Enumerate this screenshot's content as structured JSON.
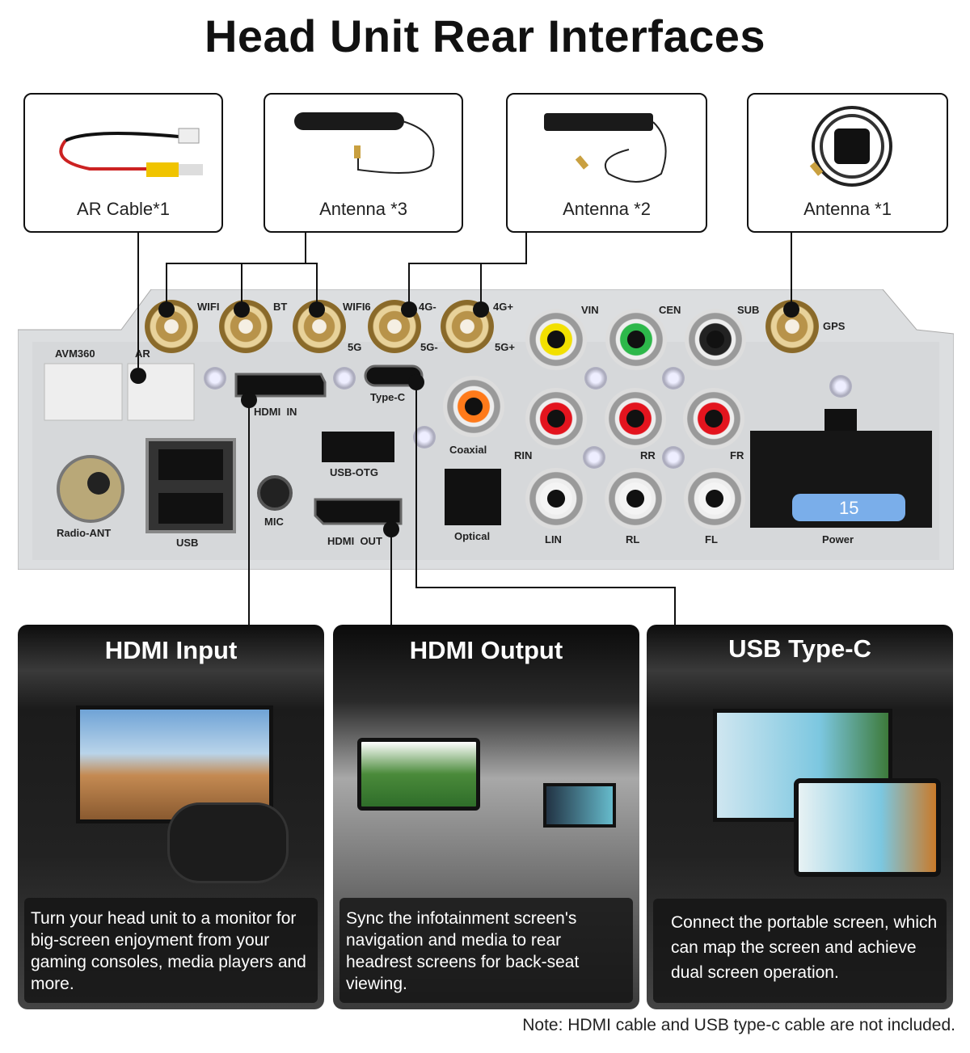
{
  "title": "Head Unit Rear Interfaces",
  "accessories": [
    {
      "label": "AR Cable*1"
    },
    {
      "label": "Antenna *3"
    },
    {
      "label": "Antenna *2"
    },
    {
      "label": "Antenna *1"
    }
  ],
  "panel_labels": {
    "wifi": "WIFI",
    "bt": "BT",
    "wifi6": "WIFI6",
    "g5": "5G",
    "g4m": "4G-",
    "g5m": "5G-",
    "g4p": "4G+",
    "g5p": "5G+",
    "vin": "VIN",
    "cen": "CEN",
    "sub": "SUB",
    "gps": "GPS",
    "avm": "AVM360",
    "ar": "AR",
    "hdmi_in": "HDMI  IN",
    "typec": "Type-C",
    "coaxial": "Coaxial",
    "usb_otg": "USB-OTG",
    "mic": "MIC",
    "hdmi_out": "HDMI  OUT",
    "optical": "Optical",
    "radio": "Radio-ANT",
    "usb": "USB",
    "rin": "RIN",
    "rr": "RR",
    "fr": "FR",
    "lin": "LIN",
    "rl": "RL",
    "fl": "FL",
    "power": "Power",
    "fuse": "15"
  },
  "cards": [
    {
      "title": "HDMI Input",
      "text": "Turn your head unit to a monitor for big-screen enjoyment from your gaming consoles, media players and more."
    },
    {
      "title": "HDMI Output",
      "text": "Sync the infotainment screen's navigation and media to rear headrest screens for back-seat viewing."
    },
    {
      "title": "USB Type-C",
      "text": "Connect the portable screen, which can map the screen and achieve dual screen operation."
    }
  ],
  "note": "Note: HDMI cable and USB type-c cable are not included.",
  "colors": {
    "panel": "#d9dbdd",
    "line": "#111111",
    "card_bg": "#2a2a2a"
  }
}
